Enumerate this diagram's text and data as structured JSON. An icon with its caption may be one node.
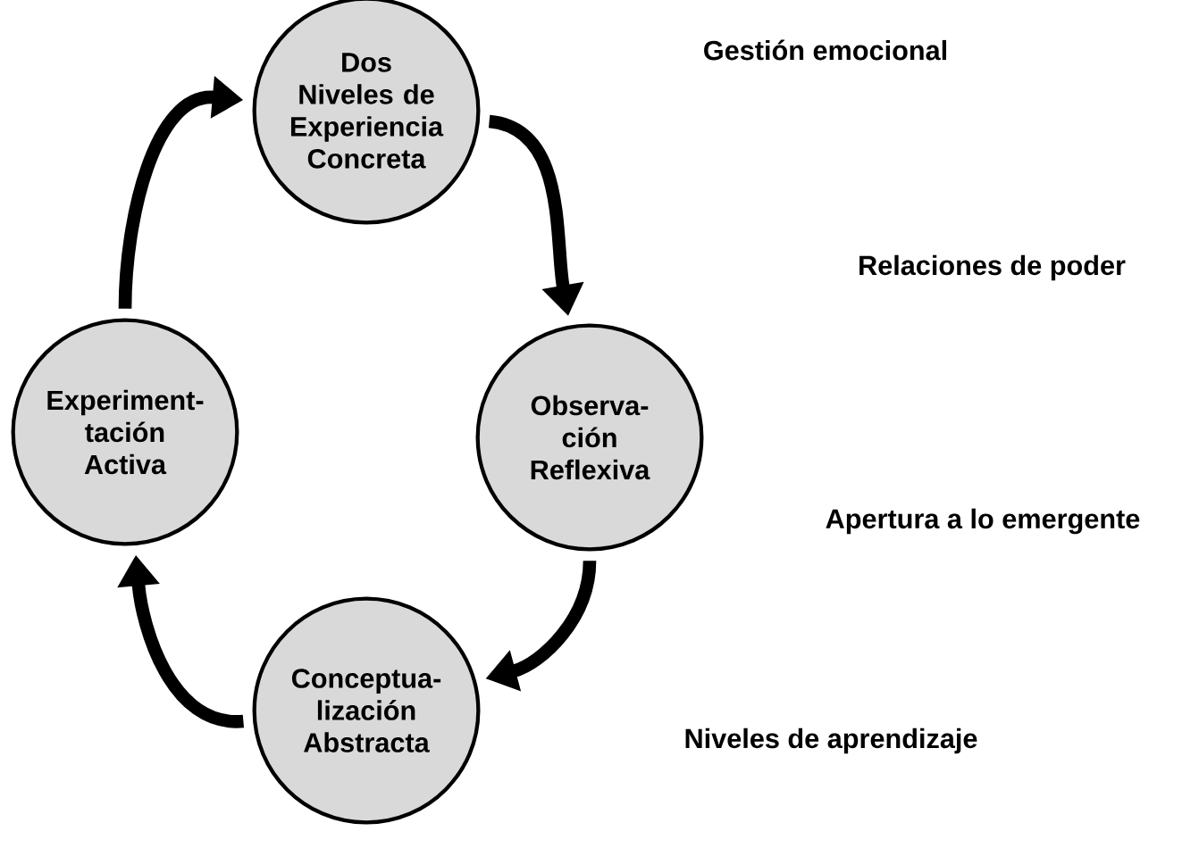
{
  "diagram": {
    "nodes": [
      {
        "text": [
          "Dos Niveles de Experiencia Concreta"
        ]
      },
      {
        "text": [
          "Observa-ción Reflexiva"
        ]
      },
      {
        "text": [
          "Conceptua-lización Abstracta"
        ]
      },
      {
        "text": [
          "Experiment-tación Activa"
        ]
      }
    ],
    "edges": [
      {
        "from": 0,
        "to": 1,
        "arrow": "to"
      },
      {
        "from": 1,
        "to": 2,
        "arrow": "to"
      },
      {
        "from": 2,
        "to": 3,
        "arrow": "to"
      },
      {
        "from": 3,
        "to": 0,
        "arrow": "to"
      }
    ],
    "labels": [
      "Gestión emocional",
      "Relaciones de poder",
      "Apertura a lo emergente",
      "Niveles de aprendizaje"
    ]
  }
}
